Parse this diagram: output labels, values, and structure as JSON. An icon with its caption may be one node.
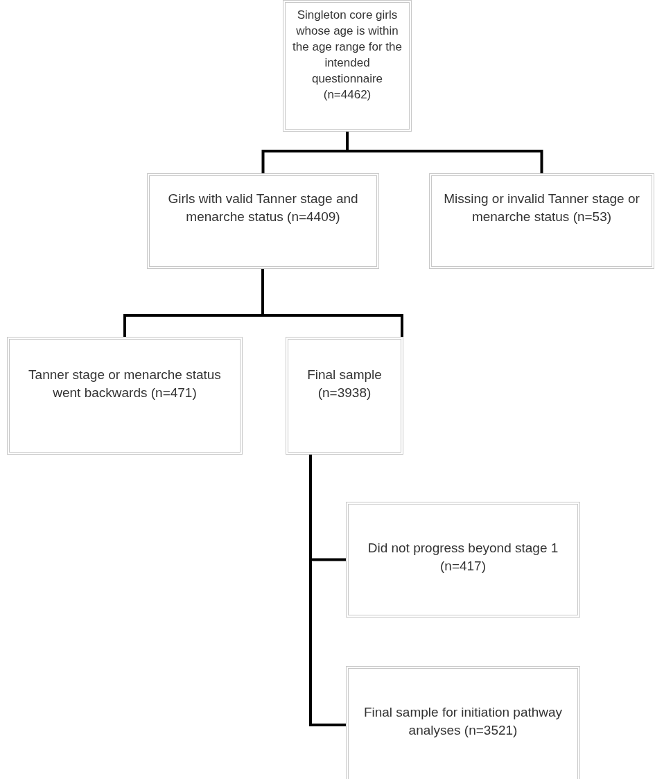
{
  "diagram": {
    "nodes": [
      {
        "text": [
          "Singleton core girls whose age is within the age range for the intended questionnaire (n=4462)"
        ]
      },
      {
        "text": [
          "Girls with valid Tanner stage and menarche status (n=4409)"
        ]
      },
      {
        "text": [
          "Missing or invalid Tanner stage or menarche status (n=53)"
        ]
      },
      {
        "text": [
          "Tanner stage or menarche status went backwards (n=471)"
        ]
      },
      {
        "text": [
          "Final sample (n=3938)"
        ]
      },
      {
        "text": [
          "Did not progress beyond stage 1 (n=417)"
        ]
      },
      {
        "text": [
          "Final sample for initiation pathway analyses (n=3521)"
        ]
      }
    ],
    "edges": [
      {
        "from": 0,
        "to": 1,
        "arrow": "none"
      },
      {
        "from": 0,
        "to": 2,
        "arrow": "none"
      },
      {
        "from": 1,
        "to": 3,
        "arrow": "none"
      },
      {
        "from": 1,
        "to": 4,
        "arrow": "none"
      },
      {
        "from": 4,
        "to": 5,
        "arrow": "none"
      },
      {
        "from": 4,
        "to": 6,
        "arrow": "none"
      }
    ]
  }
}
